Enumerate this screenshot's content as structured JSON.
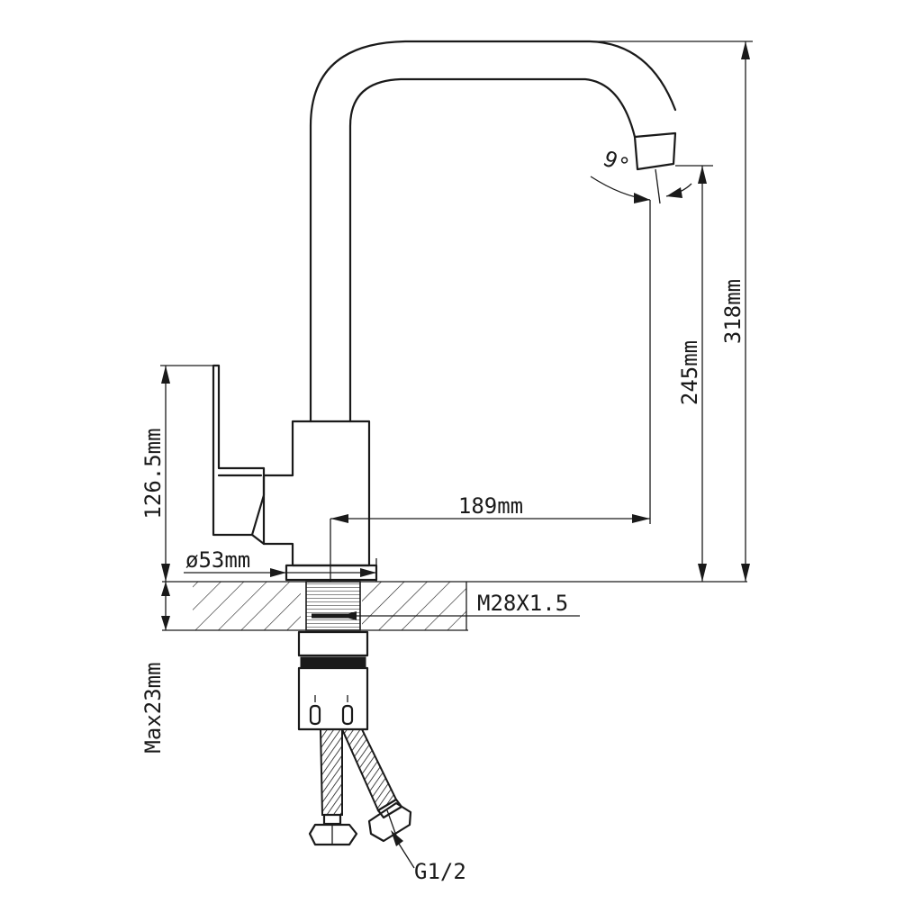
{
  "dimensions": {
    "total_height": "318mm",
    "spout_height": "245mm",
    "spout_reach": "189mm",
    "lever_height": "126.5mm",
    "base_diameter": "ø53mm",
    "thread": "M28X1.5",
    "max_countertop": "Max23mm",
    "connection": "G1/2",
    "tilt_angle": "9°"
  }
}
